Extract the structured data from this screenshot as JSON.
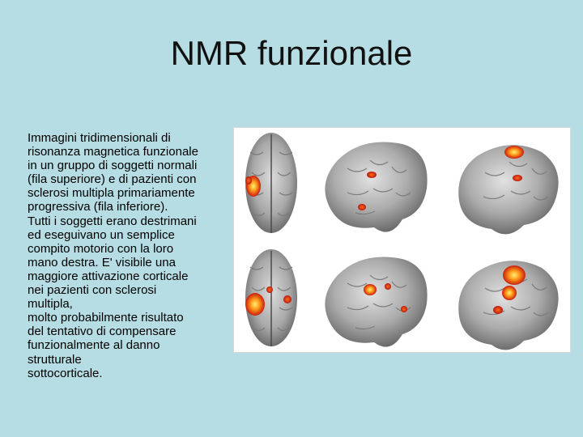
{
  "slide": {
    "title": "NMR funzionale",
    "body_lines": [
      "Immagini tridimensionali di",
      "risonanza magnetica funzionale",
      "in un gruppo di soggetti normali",
      "(fila superiore) e di pazienti con",
      "sclerosi multipla primariamente",
      "progressiva (fila inferiore).",
      "Tutti i soggetti erano destrimani",
      "ed eseguivano un semplice",
      "compito motorio con la loro",
      "mano destra. E' visibile una",
      "maggiore attivazione corticale",
      "nei pazienti con sclerosi",
      "multipla,",
      "molto probabilmente risultato",
      "del tentativo di compensare",
      "funzionalmente al danno",
      "strutturale",
      "sottocorticale."
    ]
  },
  "figure": {
    "rows": [
      "normal-subjects",
      "ms-patients"
    ],
    "views": [
      "top",
      "left-lateral",
      "right-lateral"
    ],
    "colors": {
      "background": "#b5dde3",
      "brain_light": "#e6e6e6",
      "brain_mid": "#a8a8a8",
      "brain_dark": "#6b6b6b",
      "activation_core": "#fff27a",
      "activation_mid": "#ff9a1a",
      "activation_edge": "#c81e10"
    }
  }
}
